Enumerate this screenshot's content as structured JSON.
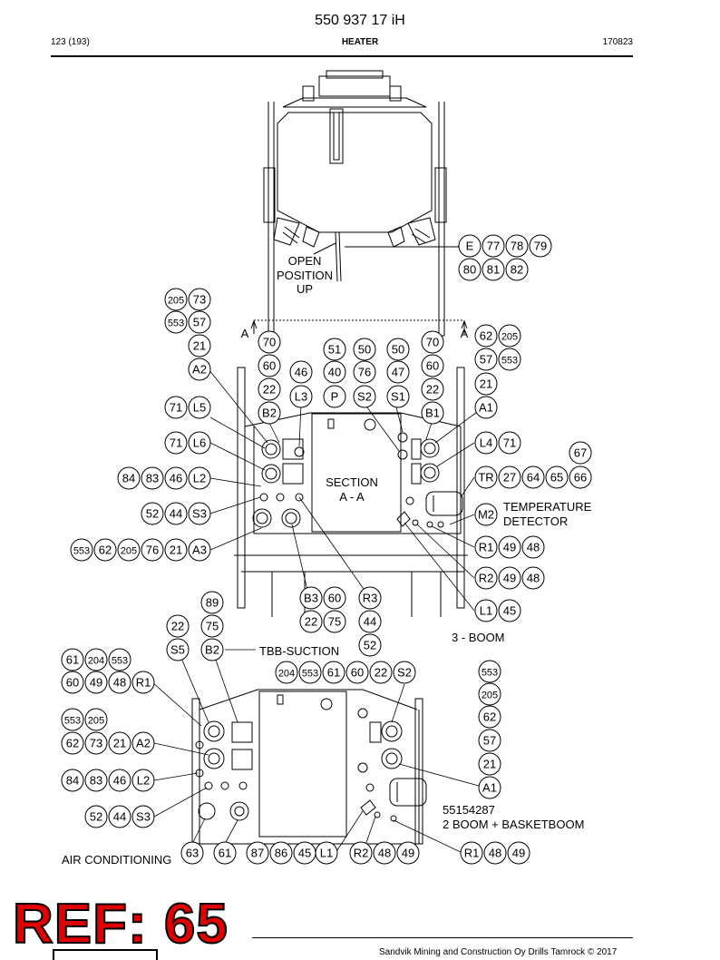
{
  "header": {
    "doc_number": "550 937 17 iH",
    "page": "123 (193)",
    "title": "HEATER",
    "date_code": "170823"
  },
  "labels": {
    "open_position": [
      "OPEN",
      "POSITION",
      "UP"
    ],
    "section_marker": "A",
    "section": [
      "SECTION",
      "A - A"
    ],
    "temperature_detector": [
      "TEMPERATURE",
      "DETECTOR"
    ],
    "three_boom": "3 - BOOM",
    "tbb_suction": "TBB-SUCTION",
    "part_number_note": [
      "55154287",
      "2 BOOM + BASKETBOOM"
    ],
    "air_conditioning": "AIR CONDITIONING"
  },
  "callouts": {
    "top": [
      "E",
      "77",
      "78",
      "79",
      "80",
      "81",
      "82"
    ],
    "mid": [
      "205",
      "73",
      "553",
      "57",
      "21",
      "A2",
      "70",
      "60",
      "22",
      "B2",
      "46",
      "L3",
      "51",
      "40",
      "P",
      "50",
      "76",
      "S2",
      "50",
      "47",
      "S1",
      "70",
      "60",
      "22",
      "B1",
      "62",
      "205",
      "57",
      "553",
      "21",
      "A1",
      "71",
      "L5",
      "71",
      "L6",
      "84",
      "83",
      "46",
      "L2",
      "52",
      "44",
      "S3",
      "553",
      "62",
      "205",
      "76",
      "21",
      "A3",
      "L4",
      "71",
      "67",
      "TR",
      "27",
      "64",
      "65",
      "66",
      "M2",
      "R1",
      "49",
      "48",
      "R2",
      "49",
      "48",
      "L1",
      "45",
      "89",
      "B3",
      "60",
      "R3",
      "75",
      "22",
      "75",
      "44",
      "52"
    ],
    "bottom": [
      "22",
      "S5",
      "B2",
      "61",
      "204",
      "553",
      "60",
      "49",
      "48",
      "R1",
      "204",
      "553",
      "61",
      "60",
      "22",
      "S2",
      "553",
      "205",
      "62",
      "57",
      "21",
      "A1",
      "553",
      "205",
      "62",
      "73",
      "21",
      "A2",
      "84",
      "83",
      "46",
      "L2",
      "52",
      "44",
      "S3",
      "63",
      "61",
      "87",
      "86",
      "45",
      "L1",
      "R2",
      "48",
      "49",
      "R1",
      "48",
      "49"
    ]
  },
  "stamp": {
    "ref_text": "REF: 65",
    "ref_color": "#e00000"
  },
  "footer": {
    "copyright": "Sandvik Mining and Construction Oy Drills Tamrock © 2017"
  }
}
